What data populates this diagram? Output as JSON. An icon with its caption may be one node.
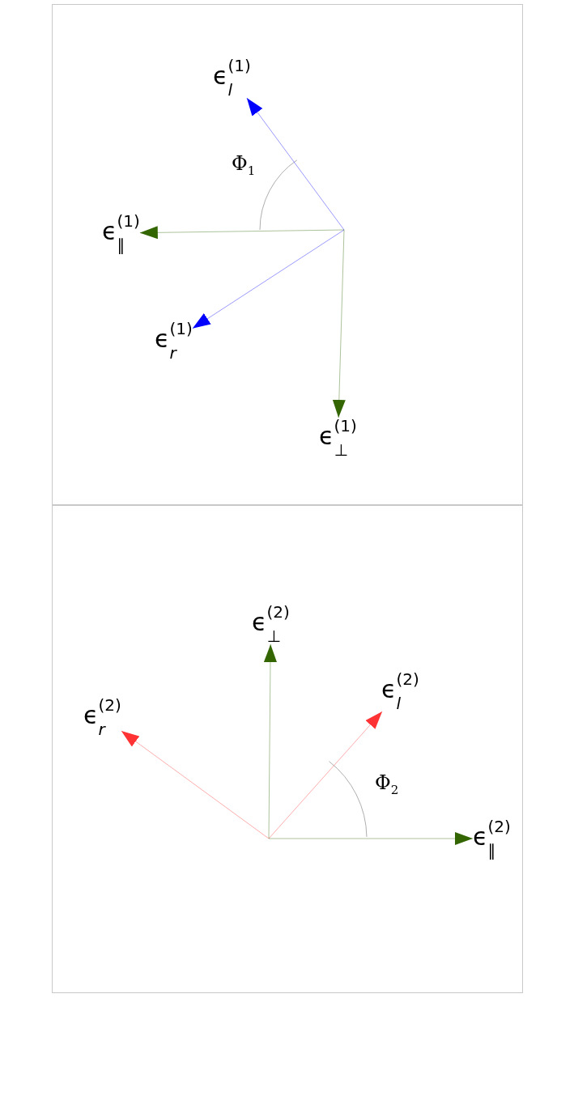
{
  "diagram": {
    "nodes": [
      {
        "text": [],
        "shape": "box"
      },
      {
        "text": [
          "ϵ$_{l}$$^{(1)}$"
        ],
        "in": 0
      },
      {
        "text": [
          "ϵ$_{∥}$$^{(1)}$"
        ],
        "in": 0
      },
      {
        "text": [
          "ϵ$_{r}$$^{(1)}$"
        ],
        "in": 0
      },
      {
        "text": [
          "ϵ$_{⊥}$$^{(1)}$"
        ],
        "in": 0
      },
      {
        "text": [],
        "shape": "box"
      },
      {
        "text": [
          "ϵ$_{⊥}$$^{(2)}$"
        ],
        "in": 5
      },
      {
        "text": [
          "ϵ$_{r}$$^{(2)}$"
        ],
        "in": 5
      },
      {
        "text": [
          "ϵ$_{l}$$^{(2)}$"
        ],
        "in": 5
      },
      {
        "text": [
          "ϵ$_{∥}$$^{(2)}$"
        ],
        "in": 5
      }
    ],
    "edges": [
      {
        "from": null,
        "to": 1,
        "arrow": "to",
        "color": "#0000ff"
      },
      {
        "from": null,
        "to": 2,
        "arrow": "to",
        "color": "#336600"
      },
      {
        "from": null,
        "to": 3,
        "arrow": "to",
        "color": "#0000ff"
      },
      {
        "from": null,
        "to": 4,
        "arrow": "to",
        "color": "#336600"
      },
      {
        "from": null,
        "to": 6,
        "arrow": "to",
        "color": "#336600"
      },
      {
        "from": null,
        "to": 7,
        "arrow": "to",
        "color": "#ff3333"
      },
      {
        "from": null,
        "to": 8,
        "arrow": "to",
        "color": "#ff3333"
      },
      {
        "from": null,
        "to": 9,
        "arrow": "to",
        "color": "#336600"
      }
    ],
    "labels": [
      "Φ$_{1}$",
      "Φ$_{2}$"
    ]
  }
}
